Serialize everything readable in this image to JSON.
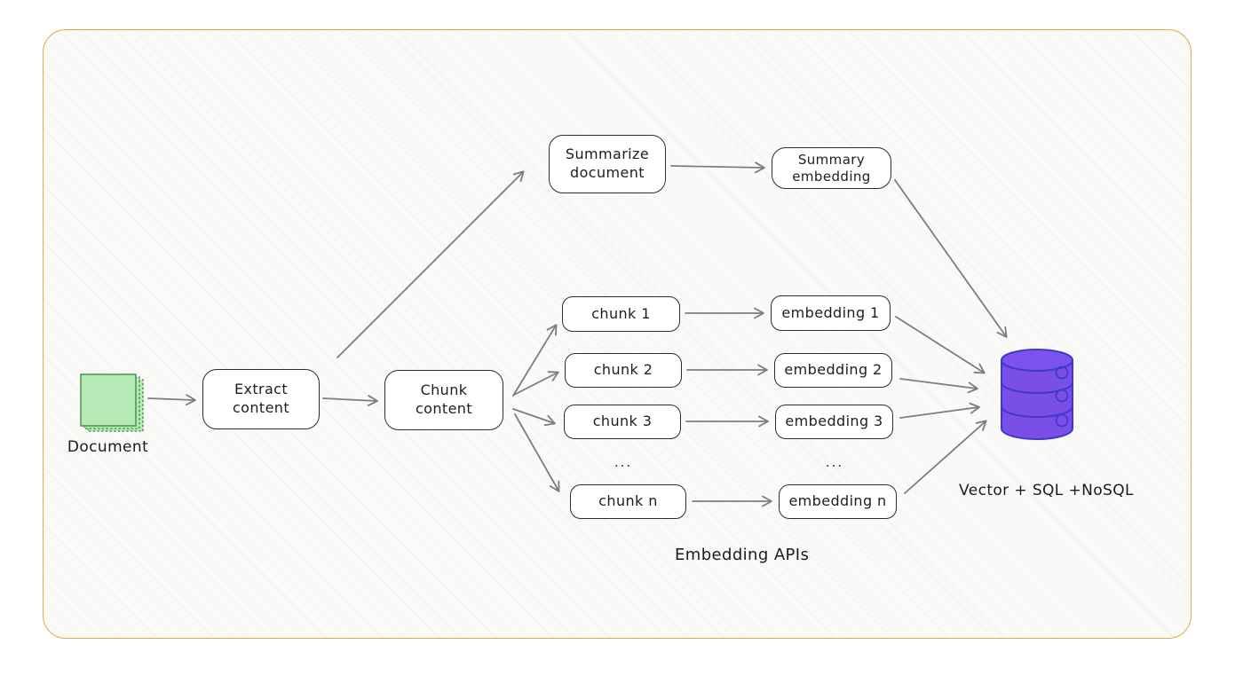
{
  "frame": {
    "border_color": "#e9a44c",
    "canvas_bg": "#fafaf8"
  },
  "colors": {
    "box_border": "#2d2d2d",
    "box_bg": "#ffffff",
    "arrow": "#7d7d7d",
    "document_fill": "#b7e9b7",
    "document_stroke": "#4e9a55",
    "database_fill": "#7a4fe8",
    "database_stroke": "#4038c8",
    "text": "#1f1f1f"
  },
  "nodes": {
    "document_label": "Document",
    "extract_content": "Extract\ncontent",
    "chunk_content": "Chunk\ncontent",
    "summarize_document": "Summarize\ndocument",
    "summary_embedding": "Summary\nembedding",
    "chunks": [
      "chunk 1",
      "chunk 2",
      "chunk 3",
      "chunk n"
    ],
    "chunks_ellipsis": "...",
    "embeddings": [
      "embedding 1",
      "embedding 2",
      "embedding 3",
      "embedding n"
    ],
    "embeddings_ellipsis": "...",
    "database_label": "Vector + SQL +NoSQL",
    "embedding_apis_label": "Embedding APIs"
  }
}
